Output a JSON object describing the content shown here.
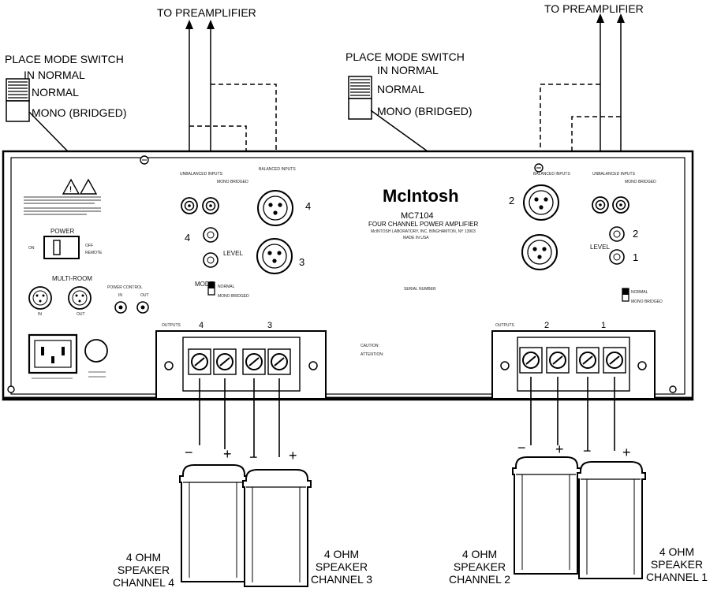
{
  "callouts": {
    "to_preamp_left": "TO PREAMPLIFIER",
    "to_preamp_right": "TO PREAMPLIFIER",
    "mode_switch_left": {
      "line1": "PLACE MODE SWITCH",
      "line2": "IN NORMAL",
      "normal": "NORMAL",
      "mono": "MONO (BRIDGED)"
    },
    "mode_switch_right": {
      "line1": "PLACE MODE SWITCH",
      "line2": "IN NORMAL",
      "normal": "NORMAL",
      "mono": "MONO (BRIDGED)"
    }
  },
  "speakers": [
    {
      "line1": "4 OHM",
      "line2": "SPEAKER",
      "line3": "CHANNEL 4",
      "minus": "−",
      "plus": "+"
    },
    {
      "line1": "4 OHM",
      "line2": "SPEAKER",
      "line3": "CHANNEL 3",
      "minus": "−",
      "plus": "+"
    },
    {
      "line1": "4 OHM",
      "line2": "SPEAKER",
      "line3": "CHANNEL 2",
      "minus": "−",
      "plus": "+"
    },
    {
      "line1": "4 OHM",
      "line2": "SPEAKER",
      "line3": "CHANNEL 1",
      "minus": "−",
      "plus": "+"
    }
  ],
  "panel": {
    "brand": "McIntosh",
    "model": "MC7104",
    "subtitle": "FOUR CHANNEL POWER AMPLIFIER",
    "maker": "McINTOSH LABORATORY, INC. BINGHAMTON, NY 13903",
    "made_in": "MADE IN USA",
    "power": "POWER",
    "on": "ON",
    "off": "OFF",
    "remote": "REMOTE",
    "multi_room": "MULTI-ROOM",
    "multi_in": "IN",
    "multi_out": "OUT",
    "power_control": "POWER CONTROL",
    "pc_in": "IN",
    "pc_out": "OUT",
    "unbalanced_inputs": "UNBALANCED INPUTS",
    "balanced_inputs": "BALANCED INPUTS",
    "mono_bridged": "MONO BRIDGED",
    "level": "LEVEL",
    "mode": "MODE",
    "normal_small": "NORMAL",
    "mono_small": "MONO BRIDGED",
    "outputs": "OUTPUTS",
    "serial": "SERIAL NUMBER",
    "caution": "CAUTION:",
    "attention": "ATTENTION:",
    "ch4": "4",
    "ch3": "3",
    "ch2": "2",
    "ch1": "1"
  }
}
